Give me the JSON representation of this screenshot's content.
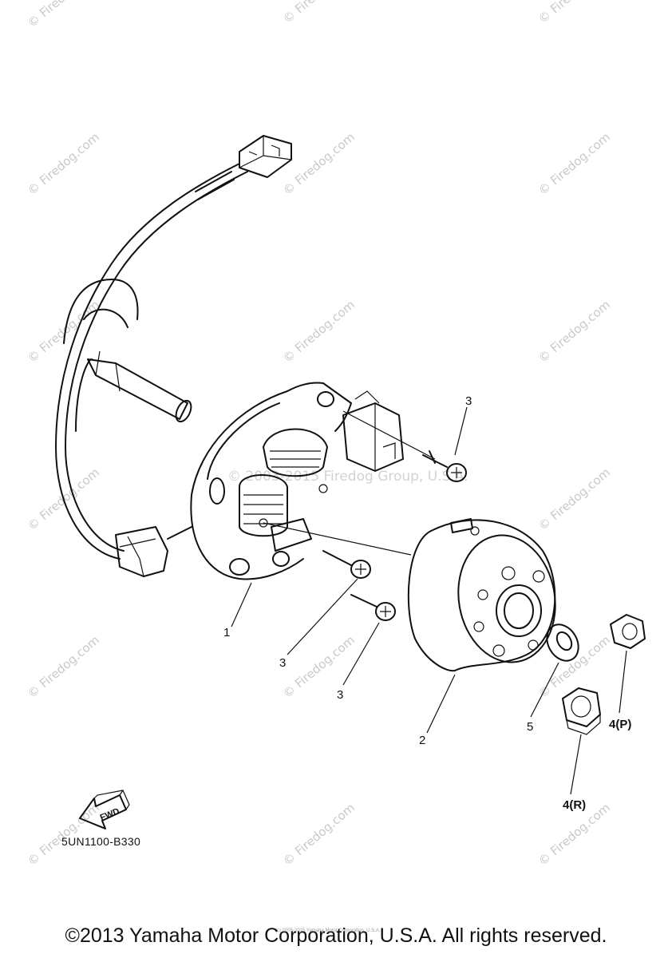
{
  "diagram": {
    "watermark": "© Firedog.com",
    "faint_watermark": "© 2003-2015 Firedog Group, U.S.A.",
    "labels": {
      "part1": "1",
      "part2": "2",
      "part3_top": "3",
      "part3_mid": "3",
      "part3_low": "3",
      "part4_p": "4(P)",
      "part4_r": "4(R)",
      "part5": "5"
    },
    "fwd_arrow_text": "FWD",
    "diagram_code": "5UN1100-B330",
    "tiny_text": "(c) 2005-2015 Yamaha Motor Corporation, U.S.A.",
    "copyright": "©2013 Yamaha Motor Corporation, U.S.A. All rights reserved."
  }
}
